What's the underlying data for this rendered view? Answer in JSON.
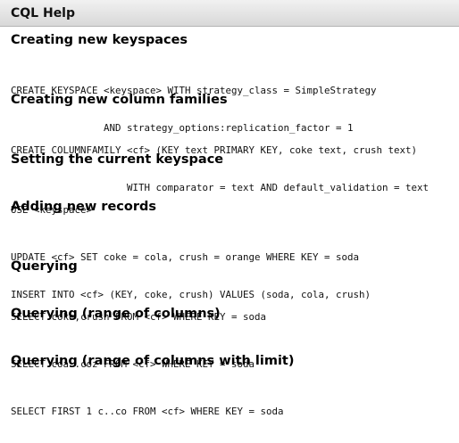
{
  "window": {
    "title": "CQL Help"
  },
  "sections": [
    {
      "heading": "Creating new keyspaces",
      "code": [
        "CREATE KEYSPACE <keyspace> WITH strategy_class = SimpleStrategy",
        "                AND strategy_options:replication_factor = 1"
      ]
    },
    {
      "heading": "Creating new column families",
      "code": [
        "CREATE COLUMNFAMILY <cf> (KEY text PRIMARY KEY, coke text, crush text)",
        "                    WITH comparator = text AND default_validation = text"
      ]
    },
    {
      "heading": "Setting the current keyspace",
      "code": [
        "USE <keyspace>"
      ]
    },
    {
      "heading": "Adding new records",
      "code": [
        "UPDATE <cf> SET coke = cola, crush = orange WHERE KEY = soda",
        "INSERT INTO <cf> (KEY, coke, crush) VALUES (soda, cola, crush)"
      ]
    },
    {
      "heading": "Querying",
      "code": [
        "SELECT coke,crush FROM <cf> WHERE KEY = soda"
      ]
    },
    {
      "heading": "Querying (range of columns)",
      "code": [
        "SELECT coa..coz FROM <cf> WHERE KEY = soda"
      ]
    },
    {
      "heading": "Querying (range of columns with limit)",
      "code": [
        "SELECT FIRST 1 c..co FROM <cf> WHERE KEY = soda"
      ]
    }
  ]
}
